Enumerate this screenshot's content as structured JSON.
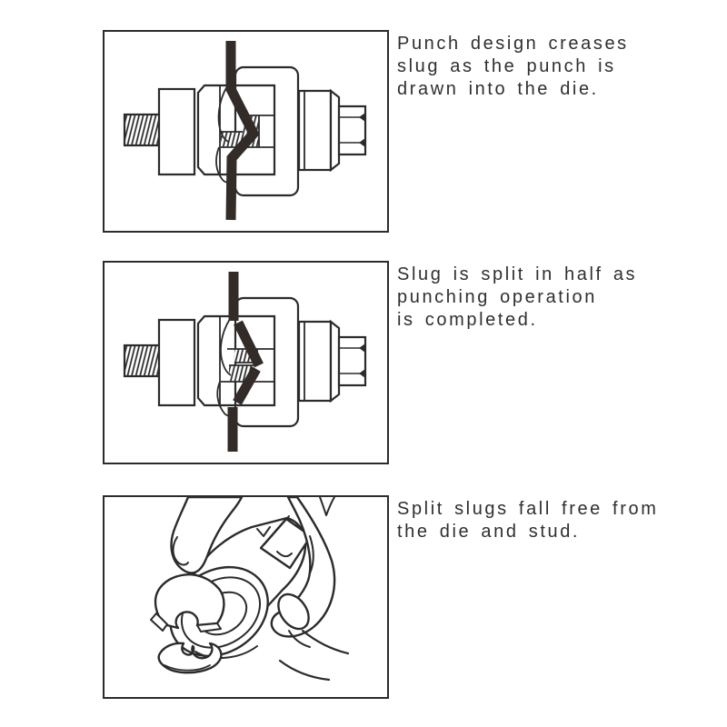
{
  "figure": {
    "title": "knockout-punch-operation-diagram",
    "line_color": "#2b2b2b",
    "slug_color": "#332b28",
    "panels": [
      {
        "id": "panel-1",
        "illustration": "punch-creasing-slug-illustration",
        "caption": "Punch design creases\nslug as the punch is\ndrawn into the die."
      },
      {
        "id": "panel-2",
        "illustration": "slug-split-in-half-illustration",
        "caption": "Slug is split in half as\npunching operation\nis completed."
      },
      {
        "id": "panel-3",
        "illustration": "split-slugs-fall-free-illustration",
        "caption": "Split slugs fall free from\nthe die and stud."
      }
    ]
  }
}
